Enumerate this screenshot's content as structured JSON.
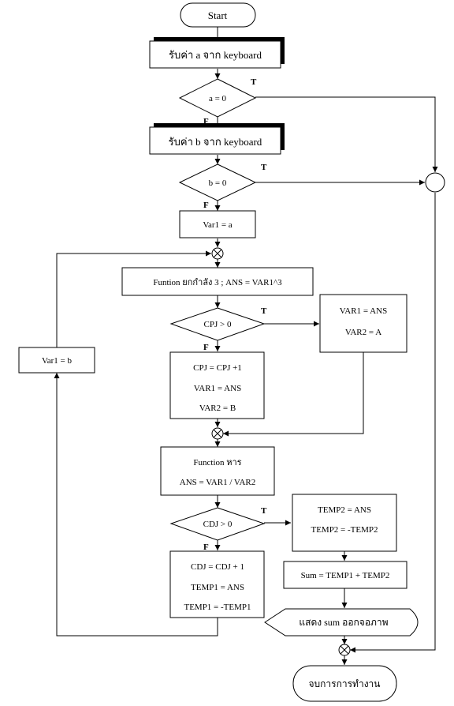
{
  "nodes": {
    "start": "Start",
    "input_a": "รับค่า a จาก keyboard",
    "cond_a": "a = 0",
    "input_b": "รับค่า b จาก keyboard",
    "cond_b": "b = 0",
    "var1_a": "Var1 = a",
    "funtion_pow": "Funtion ยกกำลัง 3   ;  ANS = VAR1^3",
    "cond_cpj": "CPJ > 0",
    "true1_line1": "VAR1 =  ANS",
    "true1_line2": "VAR2 = A",
    "false1_line1": "CPJ = CPJ +1",
    "false1_line2": "VAR1 = ANS",
    "false1_line3": "VAR2  = B",
    "var1_b": "Var1 = b",
    "div_line1": "Function หาร",
    "div_line2": "ANS = VAR1 / VAR2",
    "cond_cdj": "CDJ > 0",
    "true2_line1": "TEMP2 = ANS",
    "true2_line2": "TEMP2 = -TEMP2",
    "sum": "Sum = TEMP1 + TEMP2",
    "false2_line1": "CDJ = CDJ + 1",
    "false2_line2": "TEMP1 = ANS",
    "false2_line3": "TEMP1 = -TEMP1",
    "display": "แสดง  sum ออกจอภาพ",
    "end": "จบการการทำงาน"
  },
  "labels": {
    "t1": "T",
    "f1": "F",
    "t2": "T",
    "f2": "F",
    "t3": "T",
    "f3": "F",
    "t4": "T",
    "f4": "F"
  }
}
